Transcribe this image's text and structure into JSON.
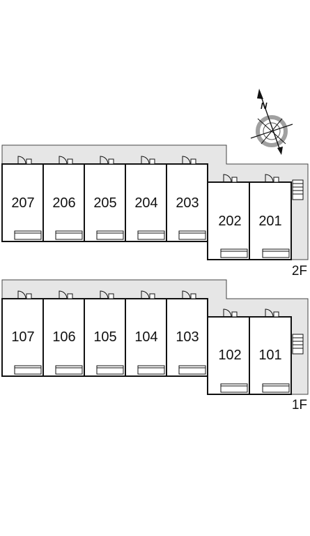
{
  "floors": [
    {
      "label": "2F",
      "units": [
        {
          "number": "207"
        },
        {
          "number": "206"
        },
        {
          "number": "205"
        },
        {
          "number": "204"
        },
        {
          "number": "203"
        },
        {
          "number": "202"
        },
        {
          "number": "201"
        }
      ]
    },
    {
      "label": "1F",
      "units": [
        {
          "number": "107"
        },
        {
          "number": "106"
        },
        {
          "number": "105"
        },
        {
          "number": "104"
        },
        {
          "number": "103"
        },
        {
          "number": "102"
        },
        {
          "number": "101"
        }
      ]
    }
  ],
  "compass": {
    "north_label": "N",
    "icon": "compass-rose-icon"
  },
  "colors": {
    "corridor": "#e6e6e6",
    "walls": "#111111",
    "background": "#ffffff"
  }
}
